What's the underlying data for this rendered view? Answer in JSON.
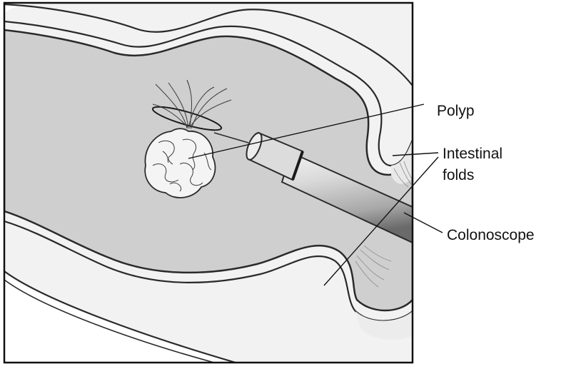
{
  "labels": {
    "polyp": "Polyp",
    "folds_line1": "Intestinal",
    "folds_line2": "folds",
    "colonoscope": "Colonoscope"
  },
  "colors": {
    "lumen": "#cfcfcf",
    "wall": "#f2f2f2",
    "outline": "#2a2a2a",
    "scope_light": "#e6e6e6",
    "scope_mid": "#b5b5b5",
    "scope_dark": "#6c6c6c"
  }
}
